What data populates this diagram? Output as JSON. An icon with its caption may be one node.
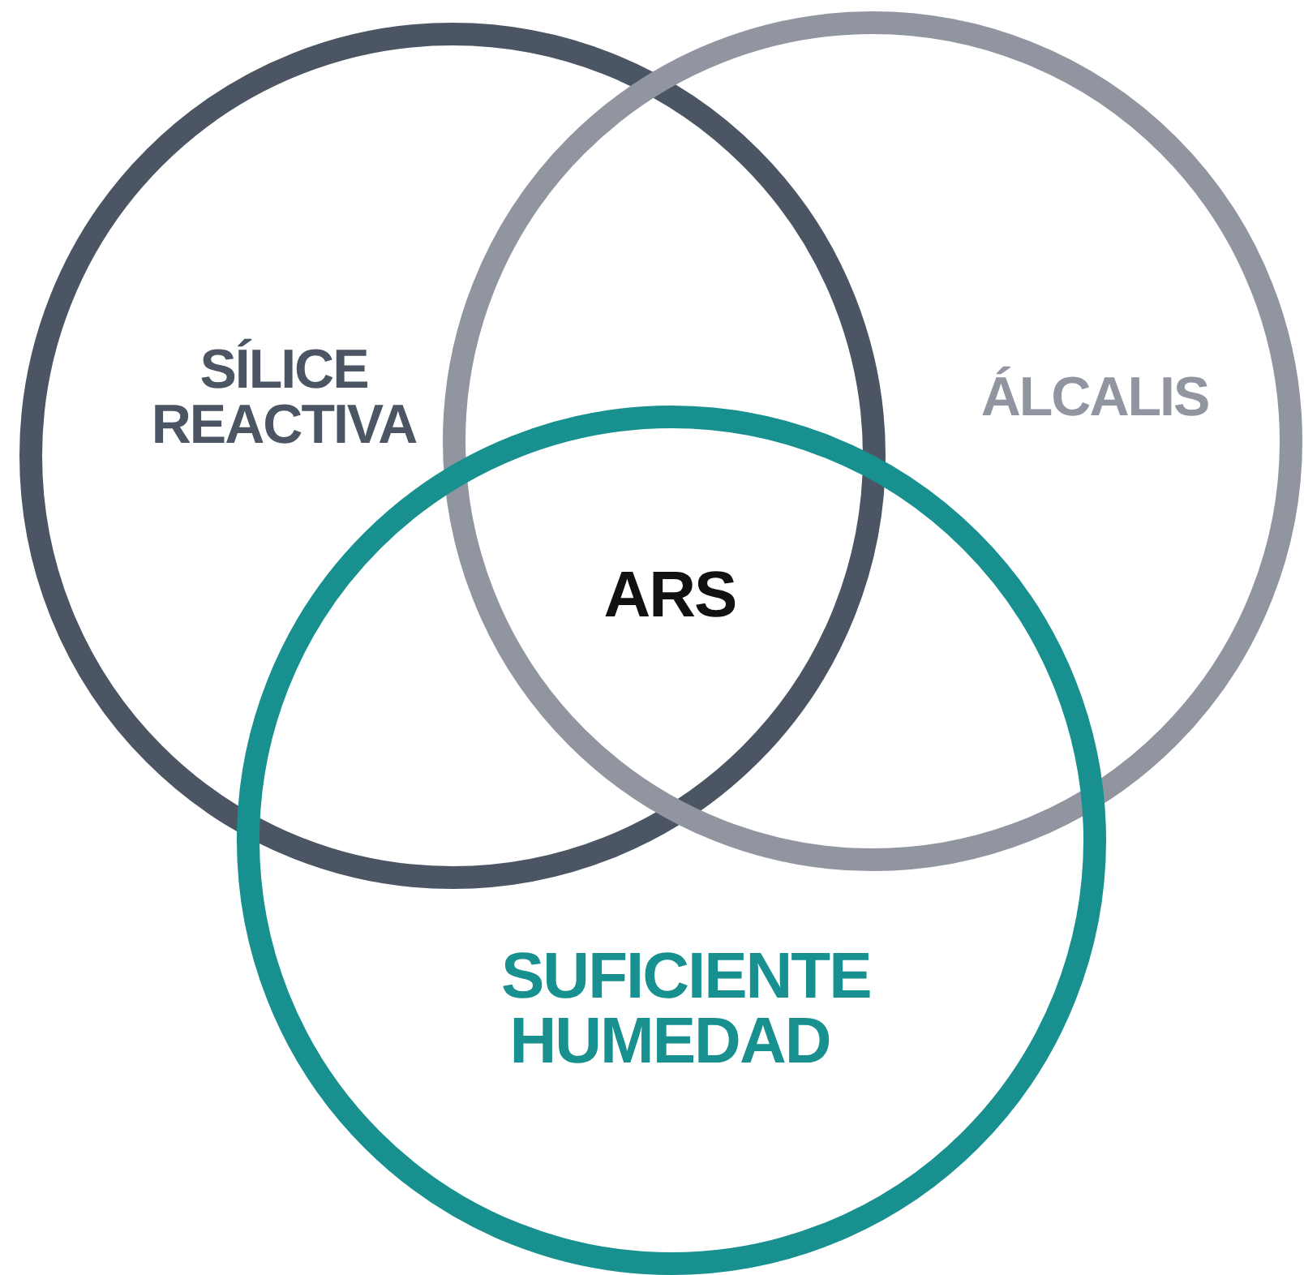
{
  "diagram": {
    "nodes": [
      {
        "text": [
          "SÍLICE REACTIVA"
        ]
      },
      {
        "text": [
          "ÁLCALIS"
        ]
      },
      {
        "text": [
          "SUFICIENTE HUMEDAD"
        ]
      }
    ],
    "labels": [
      "ARS"
    ]
  }
}
